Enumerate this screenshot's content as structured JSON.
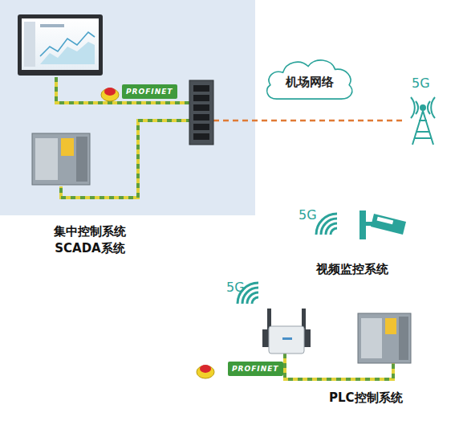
{
  "diagram": {
    "nodes": [
      {
        "text": [
          "集中控制系统 SCADA系统"
        ]
      },
      {
        "text": [
          "机场网络"
        ]
      }
    ],
    "edges": [],
    "labels": [
      "PROFINET",
      "5G",
      "5G",
      "视频监控系统",
      "5G",
      "PROFINET",
      "PLC控制系统"
    ]
  }
}
